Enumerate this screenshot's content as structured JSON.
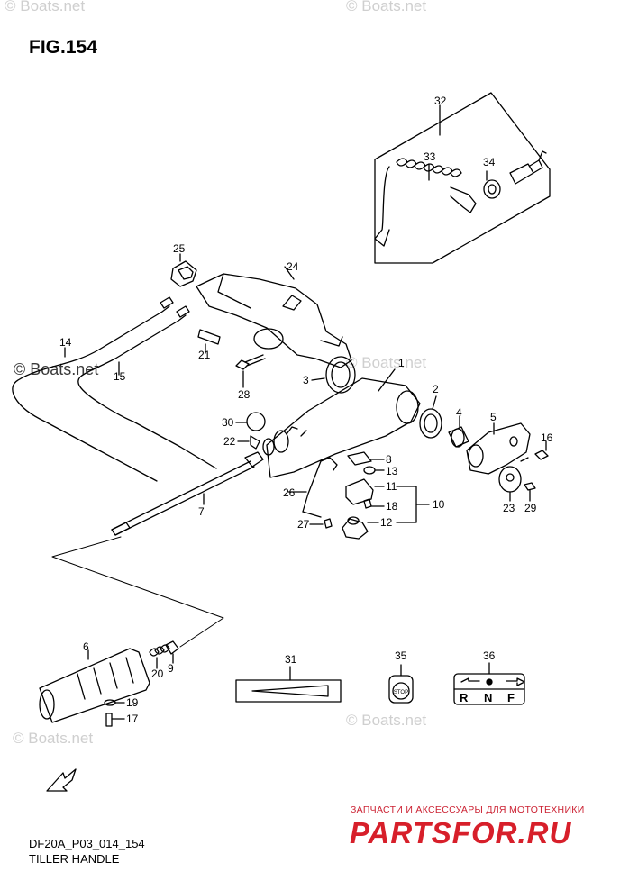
{
  "figure": {
    "title": "FIG.154"
  },
  "watermarks": {
    "site": "© Boats.net"
  },
  "footer": {
    "code": "DF20A_P03_014_154",
    "name": "TILLER HANDLE"
  },
  "brand": {
    "subtitle": "ЗАПЧАСТИ И АКСЕССУАРЫ ДЛЯ МОТОТЕХНИКИ",
    "name": "PARTSFOR.RU",
    "color": "#d71f2a"
  },
  "decals": {
    "stop": "STOP",
    "shift": [
      "R",
      "N",
      "F"
    ]
  },
  "callouts": [
    "1",
    "2",
    "3",
    "4",
    "5",
    "6",
    "7",
    "8",
    "9",
    "10",
    "11",
    "12",
    "13",
    "14",
    "15",
    "16",
    "17",
    "18",
    "19",
    "20",
    "21",
    "22",
    "23",
    "24",
    "25",
    "26",
    "27",
    "28",
    "29",
    "30",
    "31",
    "32",
    "33",
    "34",
    "35",
    "36"
  ]
}
